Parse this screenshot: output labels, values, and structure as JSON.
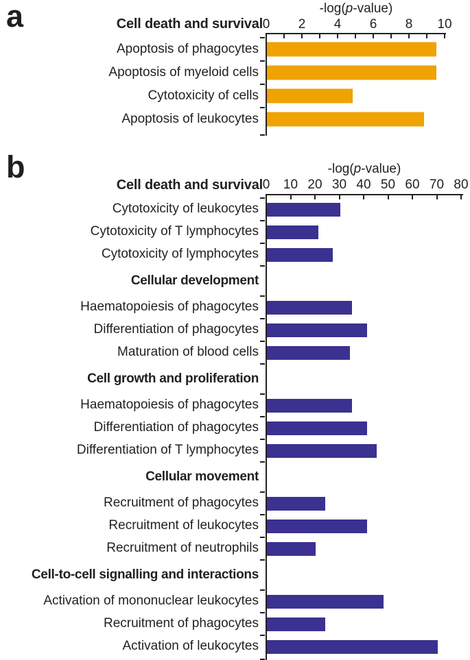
{
  "figure": {
    "axis_title": {
      "prefix": "-log(",
      "italic": "p",
      "suffix": "-value)"
    }
  },
  "colors": {
    "panel_a_bar": "#F0A202",
    "panel_b_bar": "#3A3191",
    "axis": "#231F20",
    "text": "#231F20",
    "background": "#FFFFFF"
  },
  "chart_data": [
    {
      "id": "a",
      "panel_letter": "a",
      "type": "bar",
      "orientation": "horizontal",
      "title": "-log(p-value)",
      "xlabel": "-log(p-value)",
      "xlim": [
        0,
        10
      ],
      "xticks": [
        0,
        2,
        4,
        6,
        8,
        10
      ],
      "minor_tick_step": 1,
      "grid": false,
      "bar_color": "#F0A202",
      "sections": [
        {
          "header": "Cell death and survival",
          "header_position": "beside-axis",
          "items": [
            {
              "label": "Apoptosis of phagocytes",
              "value": 9.5
            },
            {
              "label": "Apoptosis of myeloid cells",
              "value": 9.5
            },
            {
              "label": "Cytotoxicity of cells",
              "value": 4.8
            },
            {
              "label": "Apoptosis of leukocytes",
              "value": 8.8
            }
          ]
        }
      ]
    },
    {
      "id": "b",
      "panel_letter": "b",
      "type": "bar",
      "orientation": "horizontal",
      "title": "-log(p-value)",
      "xlabel": "-log(p-value)",
      "xlim": [
        0,
        80
      ],
      "xticks": [
        0,
        10,
        20,
        30,
        40,
        50,
        60,
        70,
        80
      ],
      "minor_tick_step": 10,
      "grid": false,
      "bar_color": "#3A3191",
      "sections": [
        {
          "header": "Cell death and survival",
          "header_position": "beside-axis",
          "items": [
            {
              "label": "Cytotoxicity of leukocytes",
              "value": 30
            },
            {
              "label": "Cytotoxicity of T lymphocytes",
              "value": 21
            },
            {
              "label": "Cytotoxicity of lymphocytes",
              "value": 27
            }
          ]
        },
        {
          "header": "Cellular development",
          "header_position": "in-row",
          "items": [
            {
              "label": "Haematopoiesis of phagocytes",
              "value": 35
            },
            {
              "label": "Differentiation of phagocytes",
              "value": 41
            },
            {
              "label": "Maturation of blood cells",
              "value": 34
            }
          ]
        },
        {
          "header": "Cell growth and proliferation",
          "header_position": "in-row",
          "items": [
            {
              "label": "Haematopoiesis of phagocytes",
              "value": 35
            },
            {
              "label": "Differentiation of phagocytes",
              "value": 41
            },
            {
              "label": "Differentiation of T lymphocytes",
              "value": 45
            }
          ]
        },
        {
          "header": "Cellular movement",
          "header_position": "in-row",
          "items": [
            {
              "label": "Recruitment of phagocytes",
              "value": 24
            },
            {
              "label": "Recruitment of leukocytes",
              "value": 41
            },
            {
              "label": "Recruitment of neutrophils",
              "value": 20
            }
          ]
        },
        {
          "header": "Cell-to-cell signalling and interactions",
          "header_position": "in-row",
          "items": [
            {
              "label": "Activation of mononuclear leukocytes",
              "value": 48
            },
            {
              "label": "Recruitment of phagocytes",
              "value": 24
            },
            {
              "label": "Activation of leukocytes",
              "value": 70
            }
          ]
        }
      ]
    }
  ]
}
